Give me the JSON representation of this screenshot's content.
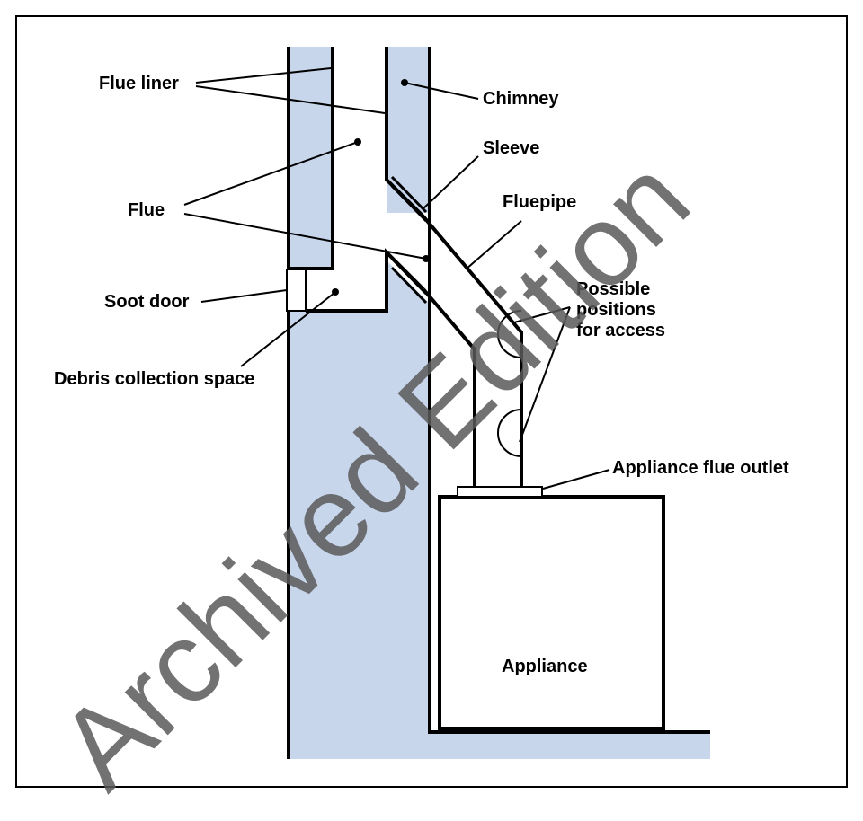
{
  "labels": {
    "flue_liner": "Flue liner",
    "chimney": "Chimney",
    "sleeve": "Sleeve",
    "flue": "Flue",
    "fluepipe": "Fluepipe",
    "soot_door": "Soot door",
    "possible_positions_1": "Possible",
    "possible_positions_2": "positions",
    "possible_positions_3": "for access",
    "debris_collection_space": "Debris collection space",
    "appliance_flue_outlet": "Appliance flue outlet",
    "appliance": "Appliance"
  },
  "watermark": {
    "text": "Archived Edition"
  },
  "colors": {
    "masonry": "#c8d6ec",
    "line": "#000000",
    "watermark": "#595959"
  }
}
